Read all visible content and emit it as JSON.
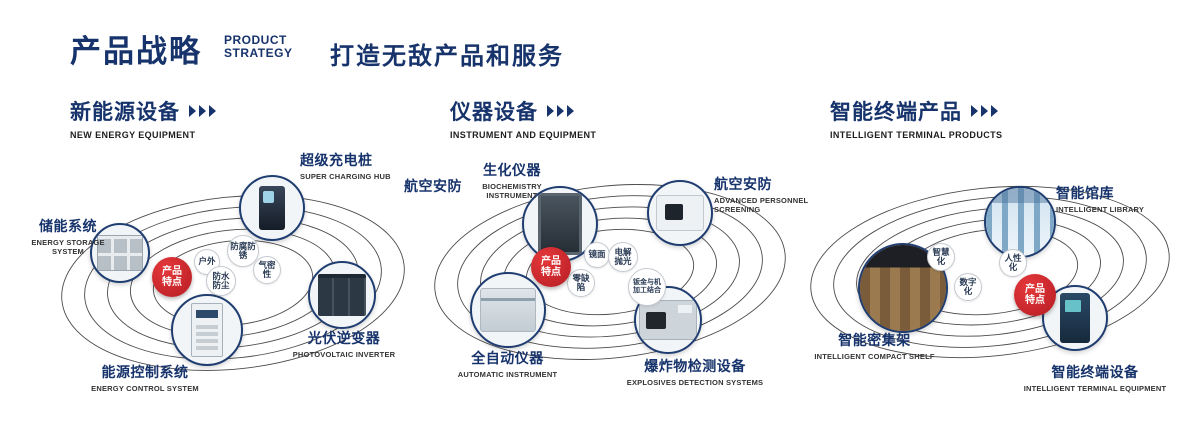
{
  "header": {
    "title": "产品战略",
    "subtitle_line1": "PRODUCT",
    "subtitle_line2": "STRATEGY",
    "tagline": "打造无敌产品和服务"
  },
  "colors": {
    "navy": "#17336b",
    "red": "#c8262b"
  },
  "sections": [
    {
      "title": "新能源设备",
      "subtitle": "NEW ENERGY EQUIPMENT",
      "badge_line1": "产品",
      "badge_line2": "特点",
      "features": [
        {
          "label": "户外"
        },
        {
          "label": "防腐防锈"
        },
        {
          "label": "气密性"
        },
        {
          "label": "防水防尘"
        }
      ],
      "products": [
        {
          "name": "超级充电桩",
          "en": "SUPER CHARGING HUB"
        },
        {
          "name": "储能系统",
          "en": "ENERGY STORAGE SYSTEM"
        },
        {
          "name": "光伏逆变器",
          "en": "PHOTOVOLTAIC INVERTER"
        },
        {
          "name": "能源控制系统",
          "en": "ENERGY CONTROL SYSTEM"
        }
      ]
    },
    {
      "title": "仪器设备",
      "subtitle": "INSTRUMENT AND EQUIPMENT",
      "extra_label": "航空安防",
      "badge_line1": "产品",
      "badge_line2": "特点",
      "features": [
        {
          "label": "镜面"
        },
        {
          "label": "电解抛光"
        },
        {
          "label": "零缺陷"
        },
        {
          "label": "钣金与机加工结合"
        }
      ],
      "products": [
        {
          "name": "生化仪器",
          "en": "BIOCHEMISTRY INSTRUMENT"
        },
        {
          "name": "航空安防",
          "en": "ADVANCED PERSONNEL SCREENING"
        },
        {
          "name": "全自动仪器",
          "en": "AUTOMATIC INSTRUMENT"
        },
        {
          "name": "爆炸物检测设备",
          "en": "EXPLOSIVES DETECTION SYSTEMS"
        }
      ]
    },
    {
      "title": "智能终端产品",
      "subtitle": "INTELLIGENT TERMINAL PRODUCTS",
      "badge_line1": "产品",
      "badge_line2": "特点",
      "features": [
        {
          "label": "智慧化"
        },
        {
          "label": "人性化"
        },
        {
          "label": "数字化"
        }
      ],
      "products": [
        {
          "name": "智能馆库",
          "en": "INTELLIGENT LIBRARY"
        },
        {
          "name": "智能密集架",
          "en": "INTELLIGENT COMPACT SHELF"
        },
        {
          "name": "智能终端设备",
          "en": "INTELLIGENT TERMINAL EQUIPMENT"
        }
      ]
    }
  ]
}
